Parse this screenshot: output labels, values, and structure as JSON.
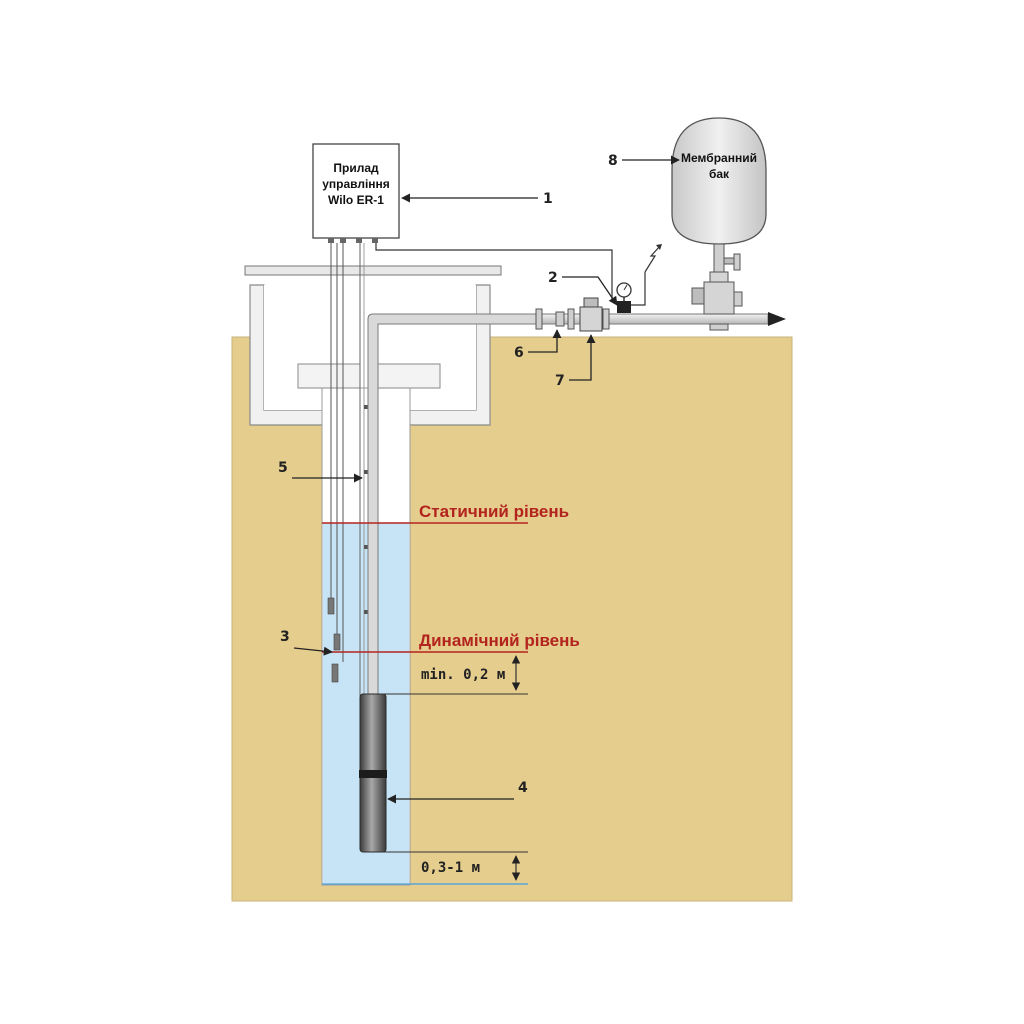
{
  "control_box": {
    "line1": "Прилад",
    "line2": "управління",
    "line3": "Wilo ER-1"
  },
  "tank": {
    "line1": "Мембранний",
    "line2": "бак"
  },
  "levels": {
    "static": "Статичний рівень",
    "dynamic": "Динамічний рівень"
  },
  "dimensions": {
    "min": "min. 0,2 м",
    "bottom": "0,3-1 м"
  },
  "callouts": [
    "1",
    "2",
    "3",
    "4",
    "5",
    "6",
    "7",
    "8"
  ],
  "colors": {
    "ground": "#e5cd8d",
    "water": "#c7e4f6",
    "level_line": "#b3241f",
    "pipe": "#cfcfcf"
  }
}
